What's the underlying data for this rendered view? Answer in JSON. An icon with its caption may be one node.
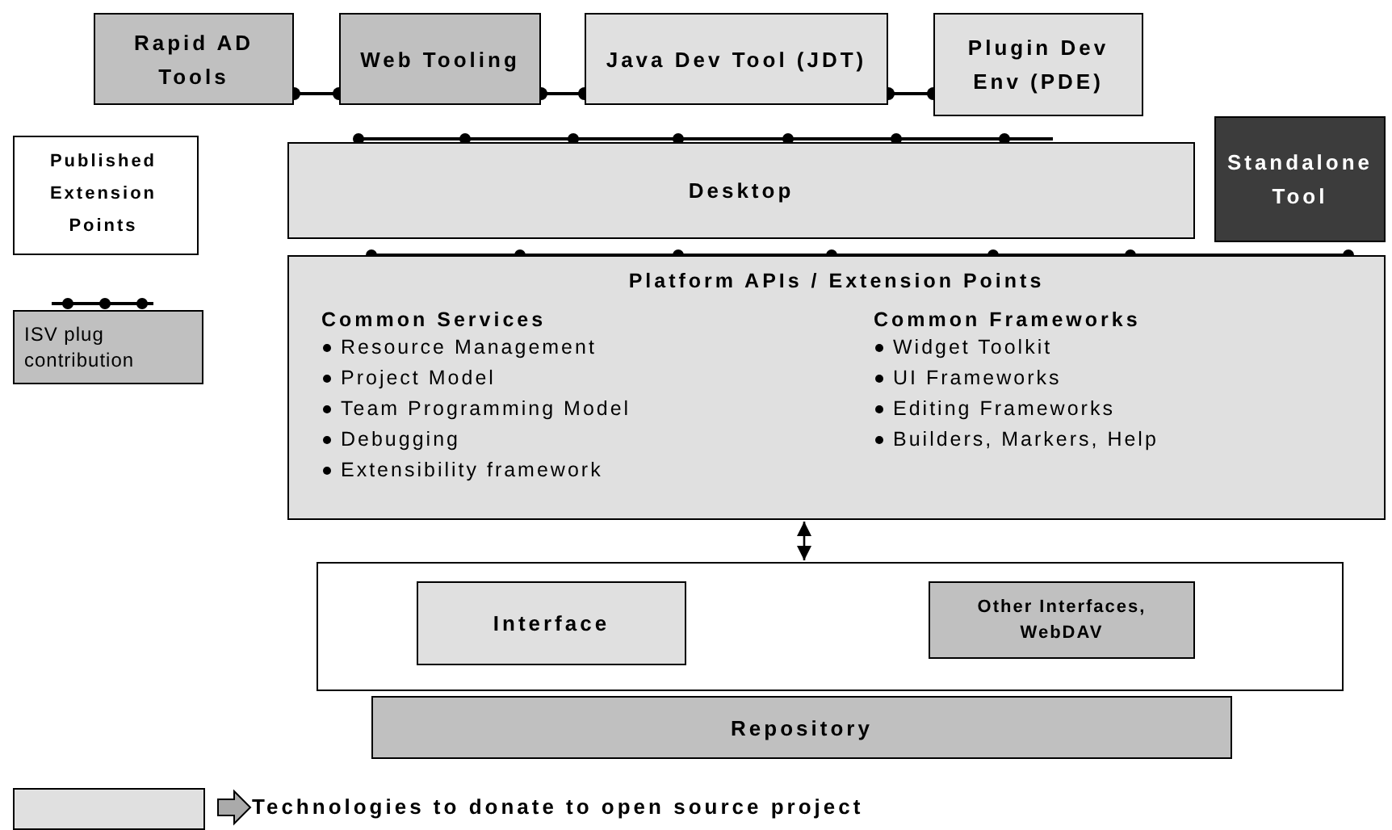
{
  "diagram": {
    "nodes": [
      {
        "text": [
          "Rapid AD Tools"
        ]
      },
      {
        "text": [
          "Web Tooling"
        ]
      },
      {
        "text": [
          "Java Dev Tool (JDT)"
        ]
      },
      {
        "text": [
          "Plugin Dev Env (PDE)"
        ]
      },
      {
        "text": [
          "Standalone Tool"
        ]
      },
      {
        "text": [
          "Desktop"
        ]
      },
      {
        "text": [
          "Platform APIs / Extension Points",
          "Common Services",
          "Resource Management",
          "Project Model",
          "Team Programming Model",
          "Debugging",
          "Extensibility framework",
          "Common Frameworks",
          "Widget Toolkit",
          "UI Frameworks",
          "Editing Frameworks",
          "Builders, Markers, Help"
        ]
      },
      {
        "text": [
          "ISV plug contribution"
        ]
      },
      {
        "text": [],
        "shape": "box"
      },
      {
        "text": [
          "Interface"
        ],
        "in": 8
      },
      {
        "text": [
          "Other Interfaces, WebDAV"
        ],
        "in": 8
      },
      {
        "text": [
          "Repository"
        ]
      }
    ],
    "edges": [
      {
        "from": 6,
        "to": 8,
        "arrow": "both"
      },
      {
        "from": 0,
        "to": 1,
        "arrow": "other"
      },
      {
        "from": 1,
        "to": 2,
        "arrow": "other"
      },
      {
        "from": 2,
        "to": 3,
        "arrow": "other"
      }
    ],
    "legend": [
      {
        "text": "Published Extension Points"
      },
      {
        "text": "Technologies to donate to open source project",
        "color": "#e0e0e0"
      }
    ]
  }
}
